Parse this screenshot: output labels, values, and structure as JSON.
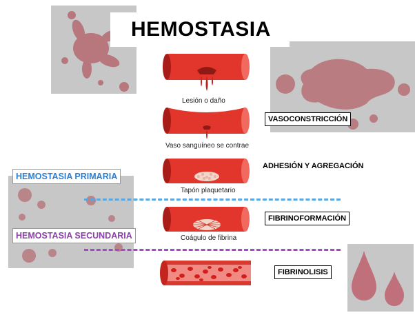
{
  "title": "HEMOSTASIA",
  "captions": {
    "lesion": "Lesión o daño",
    "contrae": "Vaso sanguíneo se contrae",
    "tapon": "Tapón plaquetario",
    "coagulo": "Coágulo de fibrina"
  },
  "stages": {
    "vasoconstriccion": "VASOCONSTRICCIÓN",
    "adhesion": "ADHESIÓN Y AGREGACIÓN",
    "fibrinoformacion": "FIBRINOFORMACIÓN",
    "fibrinolisis": "FIBRINOLISIS"
  },
  "phases": {
    "primaria": "HEMOSTASIA PRIMARIA",
    "secundaria": "HEMOSTASIA SECUNDARIA"
  },
  "colors": {
    "vessel": "#e2352b",
    "vessel_dark": "#a91d18",
    "primaria": "#2d7fd1",
    "secundaria": "#8b3fa8",
    "splat": "#b56a70",
    "gray": "#c7c7c7"
  }
}
